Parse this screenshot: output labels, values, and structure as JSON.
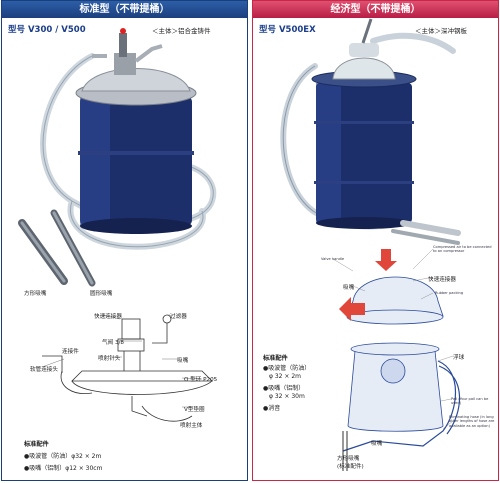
{
  "left": {
    "header": "标准型（不带提桶）",
    "model": "型号 V300 / V500",
    "spec": "＜主体＞铝合金铸件",
    "nozzles": {
      "flat": "方形吸嘴",
      "round": "圆形吸嘴"
    },
    "diagram_labels": {
      "quick_connector": "快速连接器",
      "filter": "过滤器",
      "air": "气阀 3/8",
      "suction_head": "吸嘴",
      "needle": "喷射针头",
      "hose_connector": "软管连接头",
      "ring": "O 型环 P205",
      "v_seal": "V型垫圈",
      "body": "喷射主体",
      "pipe": "连接件"
    },
    "accessories": {
      "title": "标准配件",
      "items": [
        "●吸波管（防油）φ32 × 2m",
        "●吸嘴（铝制）φ12 × 30cm"
      ]
    }
  },
  "right": {
    "header": "经济型（不带提桶）",
    "model": "型号 V500EX",
    "spec": "＜主体＞深冲钢板",
    "diagram_labels": {
      "valve": "Valve handle",
      "compressed": "Compressed air to be connected to an compressor",
      "quick": "快速连接器",
      "rubber": "Rubber packing",
      "suction": "吸嘴",
      "float": "浮球",
      "pail": "Pail (Your pail can be used)",
      "hose_note": "Eliminating hose (in long other lengths of hose are available as an option)",
      "nozzle": "吸嘴",
      "nozzle_std": "方形吸嘴\n(标准配件)"
    },
    "accessories": {
      "title": "标准配件",
      "items": [
        "●吸波管（防油）",
        "φ 32 × 2m",
        "●吸嘴（铝制）",
        "φ 32 × 30m",
        "●消音"
      ]
    }
  },
  "colors": {
    "left_header": "#1c3f7e",
    "right_header": "#b81d45",
    "drum": "#1c2f6b"
  }
}
